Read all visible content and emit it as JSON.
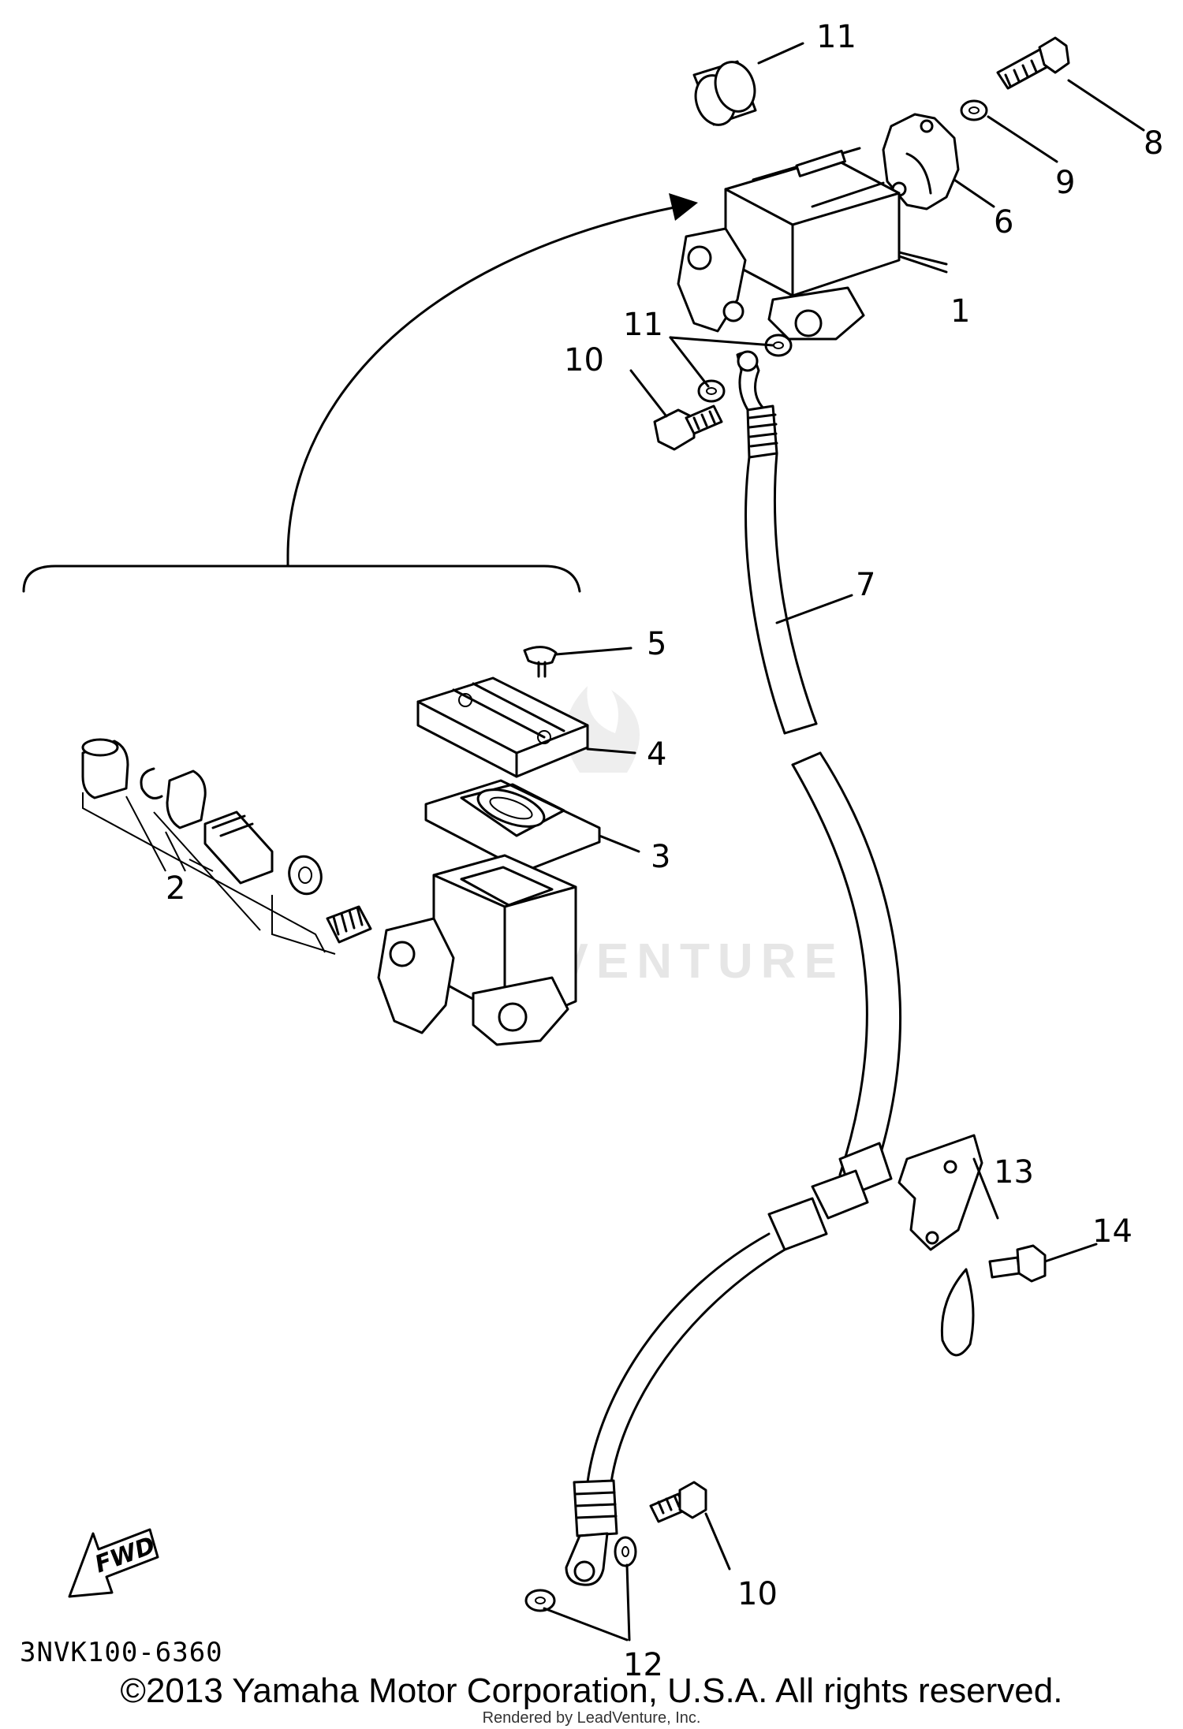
{
  "diagram": {
    "callouts": [
      {
        "id": "c1",
        "label": "1"
      },
      {
        "id": "c2",
        "label": "2"
      },
      {
        "id": "c3",
        "label": "3"
      },
      {
        "id": "c4",
        "label": "4"
      },
      {
        "id": "c5",
        "label": "5"
      },
      {
        "id": "c6",
        "label": "6"
      },
      {
        "id": "c7",
        "label": "7"
      },
      {
        "id": "c8",
        "label": "8"
      },
      {
        "id": "c9",
        "label": "9"
      },
      {
        "id": "c10a",
        "label": "10"
      },
      {
        "id": "c10b",
        "label": "10"
      },
      {
        "id": "c11a",
        "label": "11"
      },
      {
        "id": "c11b",
        "label": "11"
      },
      {
        "id": "c12",
        "label": "12"
      },
      {
        "id": "c13",
        "label": "13"
      },
      {
        "id": "c14",
        "label": "14"
      }
    ],
    "fwd_label": "FWD",
    "part_code": "3NVK100-6360",
    "watermark": "ADVENTURE"
  },
  "footer": {
    "copyright": "©2013 Yamaha Motor Corporation, U.S.A. All rights reserved.",
    "rendered_by": "Rendered by LeadVenture, Inc."
  },
  "colors": {
    "line": "#000000",
    "background": "#ffffff",
    "watermark": "#e6e6e6"
  }
}
